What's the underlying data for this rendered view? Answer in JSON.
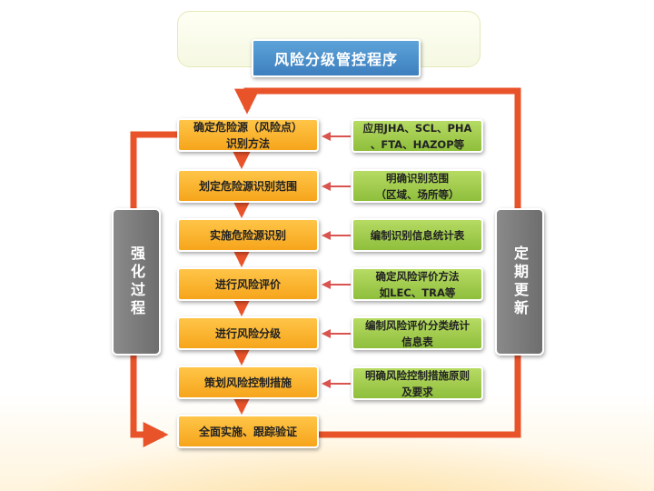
{
  "title": "风险分级管控程序",
  "steps": [
    "确定危险源（风险点）\n识别方法",
    "划定危险源识别范围",
    "实施危险源识别",
    "进行风险评价",
    "进行风险分级",
    "策划风险控制措施",
    "全面实施、跟踪验证"
  ],
  "notes": [
    "应用JHA、SCL、PHA\n、FTA、HAZOP等",
    "明确识别范围\n（区域、场所等）",
    "编制识别信息统计表",
    "确定风险评价方法\n如LEC、TRA等",
    "编制风险评价分类统计\n信息表",
    "明确风险控制措施原则\n及要求"
  ],
  "left_label": "强化过程",
  "right_label": "定期更新",
  "colors": {
    "step": "#f6a51b",
    "note": "#8fbe3c",
    "title": "#3d7fbf",
    "loop_arrow": "#e8532a",
    "note_arrow": "#d9534f",
    "side_label": "#7a7a7a"
  }
}
